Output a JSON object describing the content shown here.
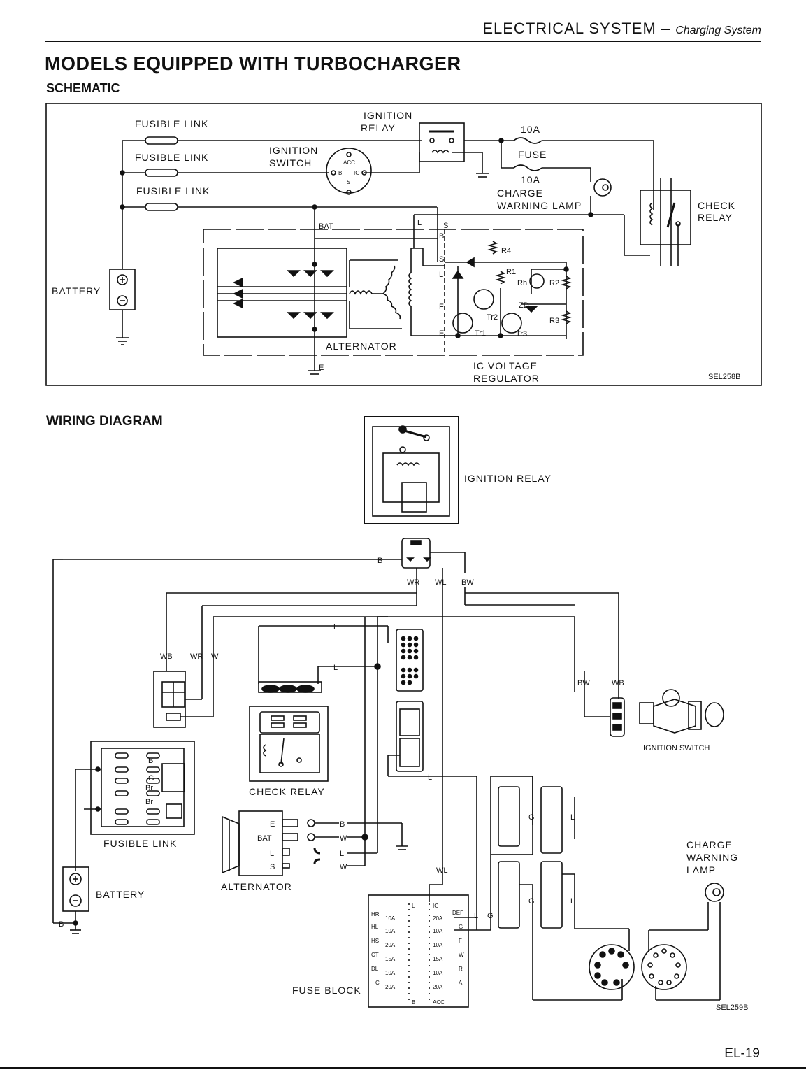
{
  "header": {
    "section": "ELECTRICAL SYSTEM",
    "separator": " – ",
    "subsection": "Charging System"
  },
  "title": "MODELS EQUIPPED WITH TURBOCHARGER",
  "schematic": {
    "heading": "SCHEMATIC",
    "labels": {
      "fusible_link_1": "FUSIBLE LINK",
      "fusible_link_2": "FUSIBLE LINK",
      "fusible_link_3": "FUSIBLE LINK",
      "ignition_relay_1": "IGNITION",
      "ignition_relay_2": "RELAY",
      "ignition_switch_1": "IGNITION",
      "ignition_switch_2": "SWITCH",
      "acc": "ACC",
      "b": "B",
      "ig": "IG",
      "s": "S",
      "fuse_10a_top": "10A",
      "fuse": "FUSE",
      "fuse_10a_bottom": "10A",
      "charge": "CHARGE",
      "warning_lamp": "WARNING LAMP",
      "check_relay_1": "CHECK",
      "check_relay_2": "RELAY",
      "battery": "BATTERY",
      "bat": "BAT",
      "l": "L",
      "s_term": "S",
      "b_term": "B",
      "f": "F",
      "e_term": "E",
      "r1": "R1",
      "r2": "R2",
      "r3": "R3",
      "r4": "R4",
      "rh": "Rh",
      "zd": "ZD",
      "tr1": "Tr1",
      "tr2": "Tr2",
      "tr3": "Tr3",
      "alternator": "ALTERNATOR",
      "e_ground": "E",
      "ic_1": "IC VOLTAGE",
      "ic_2": "REGULATOR",
      "code": "SEL258B"
    }
  },
  "wiring": {
    "heading": "WIRING DIAGRAM",
    "labels": {
      "ignition_relay": "IGNITION RELAY",
      "b": "B",
      "wr": "WR",
      "wl": "WL",
      "bw": "BW",
      "wb": "WB",
      "wr2": "WR",
      "w": "W",
      "l1": "L",
      "l2": "L",
      "l3": "L",
      "bw2": "BW",
      "wb2": "WB",
      "ignition_switch": "IGNITION SWITCH",
      "check_relay": "CHECK RELAY",
      "fl_b": "B",
      "fl_g": "G",
      "fl_br1": "Br",
      "fl_br2": "Br",
      "fusible_link": "FUSIBLE LINK",
      "battery": "BATTERY",
      "bat_b": "B",
      "alt_e": "E",
      "alt_bat": "BAT",
      "alt_l": "L",
      "alt_s": "S",
      "w_b": "B",
      "w_w": "W",
      "w_l": "L",
      "w_w2": "W",
      "alternator": "ALTERNATOR",
      "wl2": "WL",
      "g1": "G",
      "l4": "L",
      "g2": "G",
      "l5": "L",
      "l6": "L",
      "g3": "G",
      "charge_1": "CHARGE",
      "charge_2": "WARNING",
      "charge_3": "LAMP",
      "fuse_block": "FUSE BLOCK",
      "code": "SEL259B"
    },
    "fuse_block": {
      "left": [
        {
          "tag": "HR",
          "rating": "10A"
        },
        {
          "tag": "HL",
          "rating": "10A"
        },
        {
          "tag": "HS",
          "rating": "20A"
        },
        {
          "tag": "CT",
          "rating": "15A"
        },
        {
          "tag": "DL",
          "rating": "10A"
        },
        {
          "tag": "C",
          "rating": "20A"
        }
      ],
      "right": [
        {
          "tag": "DEF",
          "rating": "20A"
        },
        {
          "tag": "G",
          "rating": "10A"
        },
        {
          "tag": "F",
          "rating": "10A"
        },
        {
          "tag": "W",
          "rating": "15A"
        },
        {
          "tag": "R",
          "rating": "10A"
        },
        {
          "tag": "A",
          "rating": "20A"
        }
      ],
      "top_left": "L",
      "top_right": "IG",
      "bottom_left": "B",
      "bottom_right": "ACC"
    }
  },
  "page_number": "EL-19"
}
